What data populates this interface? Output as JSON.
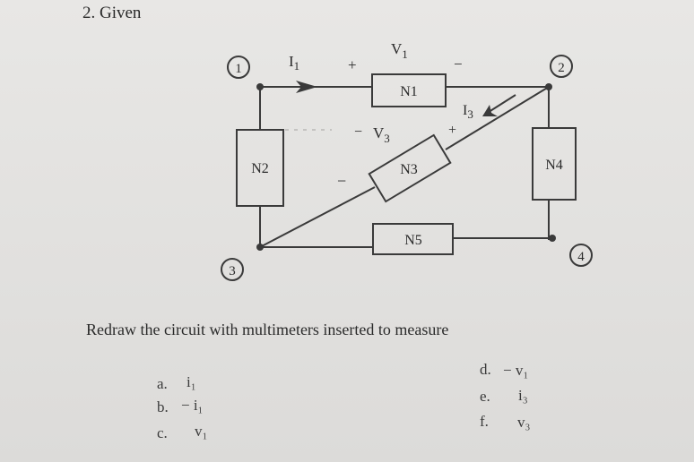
{
  "problem": {
    "heading": "2. Given",
    "instruction": "Redraw the circuit with multimeters inserted to measure"
  },
  "circuit": {
    "nodes": [
      "1",
      "2",
      "3",
      "4"
    ],
    "elements": [
      "N1",
      "N2",
      "N3",
      "N4",
      "N5"
    ],
    "current_labels": {
      "i1": {
        "name": "I",
        "sub": "1"
      },
      "i3": {
        "name": "I",
        "sub": "3"
      }
    },
    "voltage_labels": {
      "v1": {
        "name": "V",
        "sub": "1",
        "plus": "+",
        "minus": "−"
      },
      "v3": {
        "name": "V",
        "sub": "3",
        "plus": "+",
        "minus": "−"
      }
    }
  },
  "options": [
    {
      "letter": "a.",
      "text": "i₁"
    },
    {
      "letter": "b.",
      "text": "− i₁"
    },
    {
      "letter": "c.",
      "text": "v₁"
    },
    {
      "letter": "d.",
      "text": "− v₁"
    },
    {
      "letter": "e.",
      "text": "i₃"
    },
    {
      "letter": "f.",
      "text": "v₃"
    }
  ]
}
